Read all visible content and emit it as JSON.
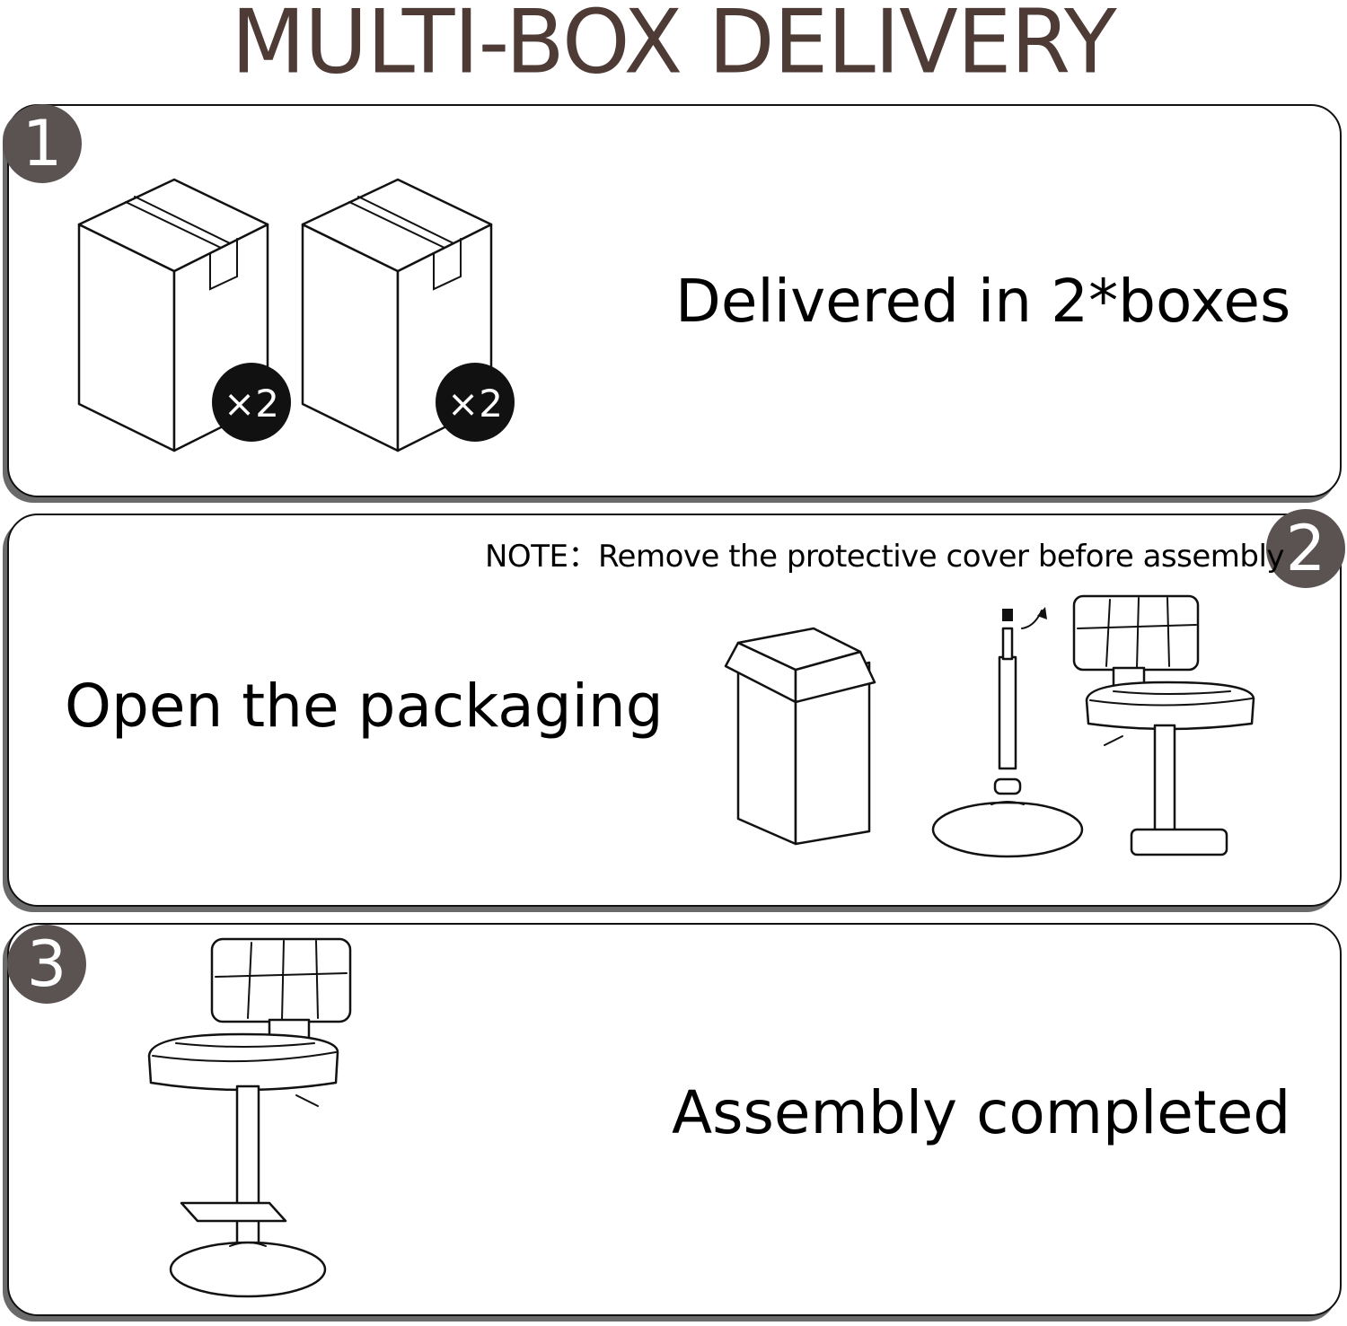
{
  "title": "MULTI-BOX DELIVERY",
  "steps": [
    {
      "number": "1",
      "text": "Delivered in 2*boxes",
      "box_badge": "×2"
    },
    {
      "number": "2",
      "text": "Open the packaging",
      "note": "NOTE：Remove the protective cover before assembly"
    },
    {
      "number": "3",
      "text": "Assembly completed"
    }
  ],
  "colors": {
    "title": "#4e3b36",
    "badge": "#5a5352",
    "box_badge": "#111111"
  }
}
